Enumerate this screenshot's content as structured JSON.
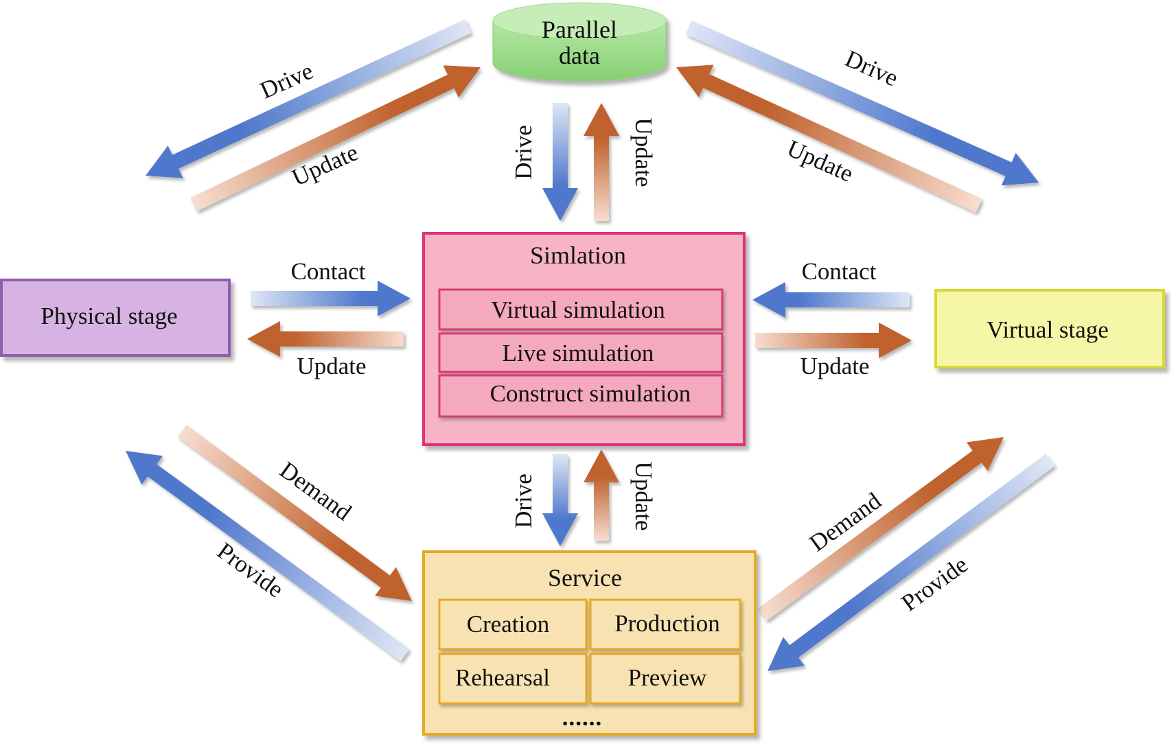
{
  "diagram": {
    "parallel_data": {
      "line1": "Parallel",
      "line2": "data"
    },
    "physical_stage": {
      "label": "Physical stage"
    },
    "virtual_stage": {
      "label": "Virtual stage"
    },
    "simulation": {
      "title": "Simlation",
      "items": [
        "Virtual simulation",
        "Live simulation",
        "Construct simulation"
      ]
    },
    "service": {
      "title": "Service",
      "items": [
        "Creation",
        "Production",
        "Rehearsal",
        "Preview"
      ],
      "more": "......"
    },
    "arrow_labels": {
      "drive": "Drive",
      "update": "Update",
      "contact": "Contact",
      "demand": "Demand",
      "provide": "Provide"
    }
  },
  "colors": {
    "blue_arrow": "#4f78cc",
    "orange_arrow": "#c0622e",
    "parallel_fill": "#9fdc8c",
    "physical_fill": "#d6b3e3",
    "physical_border": "#8e5fae",
    "virtual_fill": "#f6f6a8",
    "virtual_border": "#d8d830",
    "simulation_fill": "#f6b4c4",
    "simulation_border": "#e0307a",
    "service_fill": "#f8e2b2",
    "service_border": "#e8a820"
  }
}
